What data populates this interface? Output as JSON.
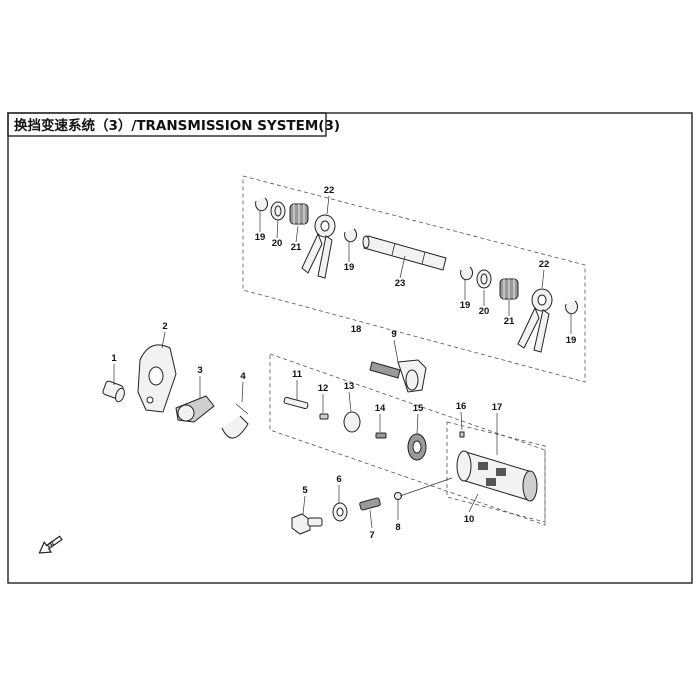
{
  "diagram": {
    "title": "换挡变速系统（3）/TRANSMISSION SYSTEM(3)",
    "callouts": {
      "c1": "1",
      "c2": "2",
      "c3": "3",
      "c4": "4",
      "c5": "5",
      "c6": "6",
      "c7": "7",
      "c8": "8",
      "c9": "9",
      "c10": "10",
      "c11": "11",
      "c12": "12",
      "c13": "13",
      "c14": "14",
      "c15": "15",
      "c16": "16",
      "c17": "17",
      "c18": "18",
      "c19a": "19",
      "c19b": "19",
      "c19c": "19",
      "c19d": "19",
      "c20a": "20",
      "c20b": "20",
      "c21a": "21",
      "c21b": "21",
      "c22a": "22",
      "c22b": "22",
      "c23": "23"
    },
    "front_marker": "FR"
  }
}
